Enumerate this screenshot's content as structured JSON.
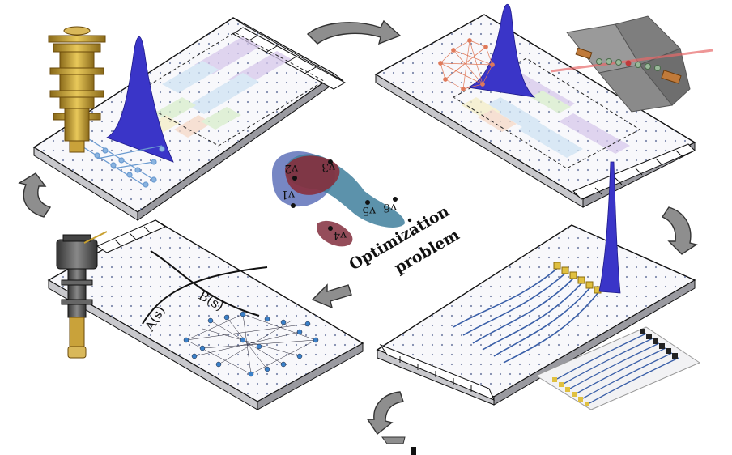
{
  "center": {
    "title_line1": "Optimization",
    "title_line2": "problem",
    "variables": [
      "v1",
      "v2",
      "v3",
      "v4",
      "v5",
      "v6"
    ]
  },
  "annealing": {
    "curve_a": "A(s)",
    "curve_b": "B(s)"
  },
  "panels": [
    {
      "name": "superconducting-circuit-panel"
    },
    {
      "name": "trapped-ion-circuit-panel"
    },
    {
      "name": "photonic-interferometer-panel"
    },
    {
      "name": "quantum-annealer-panel"
    }
  ],
  "colors": {
    "histogram": "#3a35c8",
    "curve_a": "#111111",
    "graph_blue": "#3a80c8",
    "region_blue": "#4a5fb0",
    "region_red": "#8a2a36",
    "region_teal": "#3f7f9c",
    "region_small": "#8a3a48",
    "arrow": "#8e8e8e",
    "gold": "#c9a23a",
    "waveguide": "#3a5fa8"
  }
}
